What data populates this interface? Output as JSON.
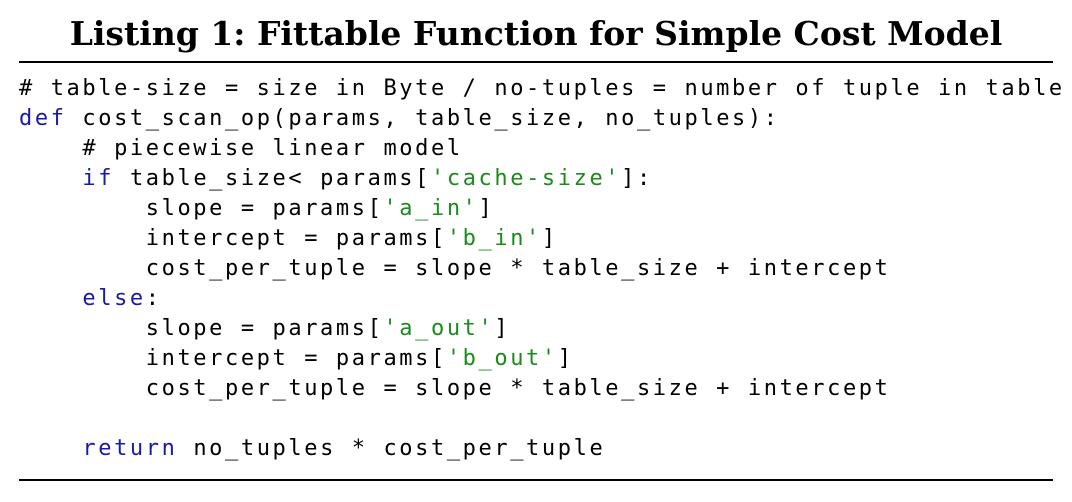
{
  "caption": "Listing 1: Fittable Function for Simple Cost Model",
  "colors": {
    "keyword": "#1a1aa6",
    "string": "#1c8a1c",
    "text": "#000000"
  },
  "code_lines": [
    [
      {
        "t": "comment",
        "v": "# table-size = size in Byte / no-tuples = number of tuple in table"
      }
    ],
    [
      {
        "t": "keyword",
        "v": "def"
      },
      {
        "t": "plain",
        "v": " cost_scan_op(params, table_size, no_tuples):"
      }
    ],
    [
      {
        "t": "comment",
        "v": "    # piecewise linear model"
      }
    ],
    [
      {
        "t": "plain",
        "v": "    "
      },
      {
        "t": "keyword",
        "v": "if"
      },
      {
        "t": "plain",
        "v": " table_size< params["
      },
      {
        "t": "string",
        "v": "'cache-size'"
      },
      {
        "t": "plain",
        "v": "]:"
      }
    ],
    [
      {
        "t": "plain",
        "v": "        slope = params["
      },
      {
        "t": "string",
        "v": "'a_in'"
      },
      {
        "t": "plain",
        "v": "]"
      }
    ],
    [
      {
        "t": "plain",
        "v": "        intercept = params["
      },
      {
        "t": "string",
        "v": "'b_in'"
      },
      {
        "t": "plain",
        "v": "]"
      }
    ],
    [
      {
        "t": "plain",
        "v": "        cost_per_tuple = slope * table_size + intercept"
      }
    ],
    [
      {
        "t": "plain",
        "v": "    "
      },
      {
        "t": "keyword",
        "v": "else"
      },
      {
        "t": "plain",
        "v": ":"
      }
    ],
    [
      {
        "t": "plain",
        "v": "        slope = params["
      },
      {
        "t": "string",
        "v": "'a_out'"
      },
      {
        "t": "plain",
        "v": "]"
      }
    ],
    [
      {
        "t": "plain",
        "v": "        intercept = params["
      },
      {
        "t": "string",
        "v": "'b_out'"
      },
      {
        "t": "plain",
        "v": "]"
      }
    ],
    [
      {
        "t": "plain",
        "v": "        cost_per_tuple = slope * table_size + intercept"
      }
    ],
    [
      {
        "t": "plain",
        "v": ""
      }
    ],
    [
      {
        "t": "plain",
        "v": "    "
      },
      {
        "t": "keyword",
        "v": "return"
      },
      {
        "t": "plain",
        "v": " no_tuples * cost_per_tuple"
      }
    ]
  ]
}
